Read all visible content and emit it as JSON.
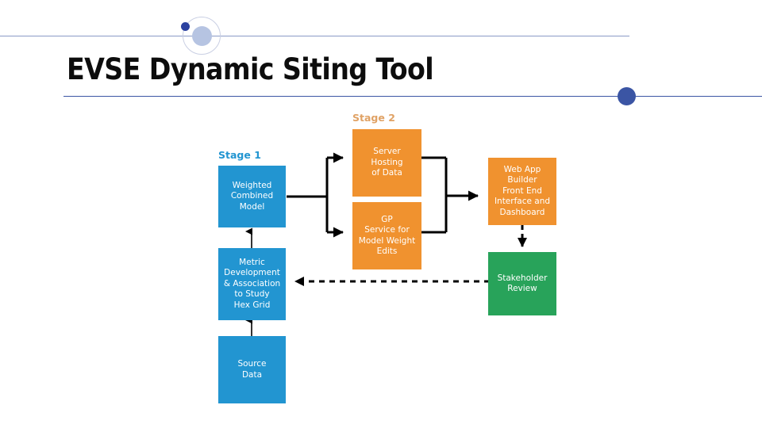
{
  "slide": {
    "title": "EVSE Dynamic Siting Tool"
  },
  "decorations": {
    "ring": "circle-outline-decoration",
    "disc": "circle-filled-light-decoration",
    "dot_small": "dot-dark-blue-decoration",
    "dot_right": "dot-blue-decoration",
    "rule_top": "horizontal-rule-top",
    "rule_bottom": "horizontal-rule-bottom"
  },
  "colors": {
    "blue": "#2295d1",
    "orange": "#f0922f",
    "green": "#28a35a",
    "stage1_label": "#2295d1",
    "stage2_label": "#e0a265",
    "rule": "#3b55a4",
    "title": "#0d0d0d"
  },
  "diagram": {
    "type": "flowchart",
    "stage_labels": [
      {
        "id": "stage-1",
        "text": "Stage 1",
        "color": "#2295d1"
      },
      {
        "id": "stage-2",
        "text": "Stage 2",
        "color": "#e0a265"
      }
    ],
    "nodes": [
      {
        "id": "source-data",
        "text": "Source\nData",
        "color": "blue"
      },
      {
        "id": "metric-development",
        "text": "Metric\nDevelopment\n& Association\nto Study\nHex Grid",
        "color": "blue"
      },
      {
        "id": "weighted-model",
        "text": "Weighted\nCombined\nModel",
        "color": "blue"
      },
      {
        "id": "server-hosting",
        "text": "Server\nHosting\nof Data",
        "color": "orange"
      },
      {
        "id": "gp-service",
        "text": "GP\nService for\nModel Weight\nEdits",
        "color": "orange"
      },
      {
        "id": "web-app-builder",
        "text": "Web App\nBuilder\nFront End\nInterface and\nDashboard",
        "color": "orange"
      },
      {
        "id": "stakeholder-review",
        "text": "Stakeholder\nReview",
        "color": "green"
      }
    ],
    "edges": [
      {
        "from": "source-data",
        "to": "metric-development",
        "style": "solid",
        "arrow": "up"
      },
      {
        "from": "metric-development",
        "to": "weighted-model",
        "style": "solid",
        "arrow": "up"
      },
      {
        "from": "weighted-model",
        "to": "server-hosting",
        "style": "solid",
        "arrow": "right"
      },
      {
        "from": "weighted-model",
        "to": "gp-service",
        "style": "solid",
        "arrow": "right"
      },
      {
        "from": "server-hosting",
        "to": "web-app-builder",
        "style": "solid",
        "arrow": "right"
      },
      {
        "from": "gp-service",
        "to": "web-app-builder",
        "style": "solid",
        "arrow": "right"
      },
      {
        "from": "web-app-builder",
        "to": "stakeholder-review",
        "style": "dashed",
        "arrow": "down"
      },
      {
        "from": "stakeholder-review",
        "to": "metric-development",
        "style": "dashed",
        "arrow": "left"
      }
    ]
  }
}
